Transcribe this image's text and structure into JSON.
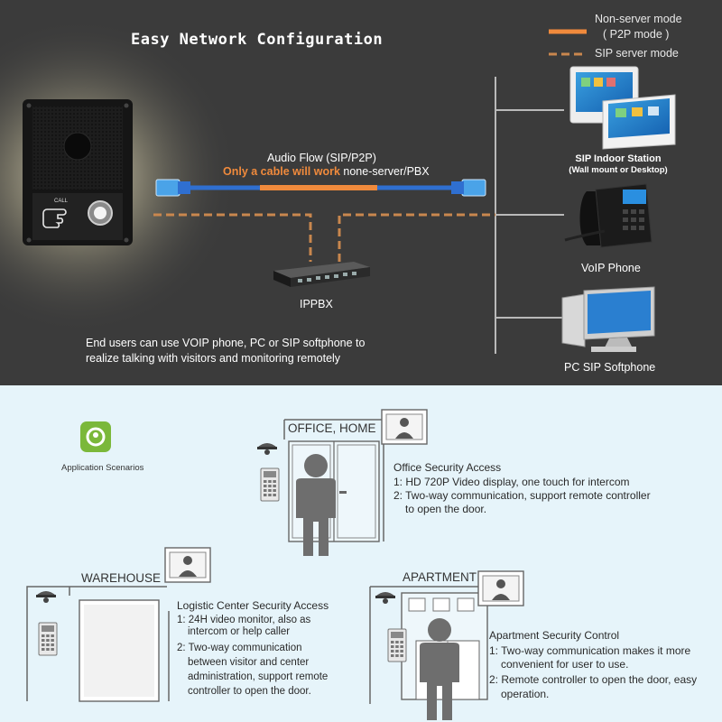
{
  "header": {
    "title": "Easy Network Configuration"
  },
  "legend": {
    "non_server_line1": "Non-server mode",
    "non_server_line2": "( P2P mode )",
    "sip_server": "SIP server mode"
  },
  "audio_flow": {
    "label": "Audio Flow (SIP/P2P)",
    "cable_note_orange": "Only a cable will work",
    "cable_note_white": "none-server/PBX"
  },
  "doorbell": {
    "call_label": "CALL"
  },
  "ippbx": {
    "label": "IPPBX"
  },
  "devices": {
    "indoor_station_title": "SIP Indoor Station",
    "indoor_station_sub": "(Wall mount or Desktop)",
    "voip_phone": "VoIP Phone",
    "pc_softphone": "PC SIP Softphone"
  },
  "description": {
    "line1": "End users can use VOIP phone, PC or SIP softphone to",
    "line2": "realize talking with visitors and monitoring remotely"
  },
  "app_scenarios": {
    "label": "Application Scenarios"
  },
  "office": {
    "title": "OFFICE, HOME",
    "heading": "Office Security Access",
    "item1": "1: HD 720P Video display, one touch for intercom",
    "item2_line1": "2: Two-way communication, support remote controller",
    "item2_line2": "to open the door."
  },
  "warehouse": {
    "title": "WAREHOUSE",
    "heading": "Logistic Center Security Access",
    "item1_line1": "1: 24H video monitor, also as",
    "item1_line2": "intercom or help caller",
    "item2_line1": "2: Two-way communication",
    "item2_line2": "between visitor and center",
    "item2_line3": "administration, support remote",
    "item2_line4": "controller to open the door."
  },
  "apartment": {
    "title": "APARTMENT",
    "heading": "Apartment Security Control",
    "item1_line1": "1: Two-way communication makes it more",
    "item1_line2": "convenient for user to use.",
    "item2_line1": "2: Remote controller to open the door, easy",
    "item2_line2": "operation."
  },
  "colors": {
    "top_bg": "#3b3b3b",
    "bottom_bg": "#e6f4fa",
    "orange": "#f08a3c",
    "orange_dash": "#c9874e",
    "cable_blue": "#2f6fd0",
    "bus_line": "#b9b9b9"
  }
}
